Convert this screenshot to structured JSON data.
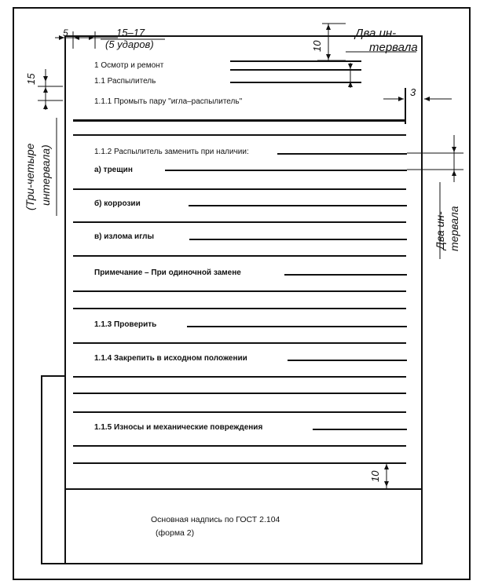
{
  "doc": {
    "sections": [
      {
        "id": "s1",
        "text": "1  Осмотр и ремонт"
      },
      {
        "id": "s11",
        "text": "1.1 Распылитель"
      },
      {
        "id": "s111",
        "text": "1.1.1 Промыть пару \"игла–распылитель\""
      },
      {
        "id": "s112",
        "text": "1.1.2 Распылитель заменить при наличии:"
      },
      {
        "id": "a",
        "text": "а)  трещин"
      },
      {
        "id": "b",
        "text": "б) коррозии"
      },
      {
        "id": "c",
        "text": "в)  излома иглы"
      },
      {
        "id": "note",
        "text": "Примечание – При одиночной замене"
      },
      {
        "id": "s113",
        "text": "1.1.3 Проверить"
      },
      {
        "id": "s114",
        "text": "1.1.4 Закрепить в исходном положении"
      },
      {
        "id": "s115",
        "text": "1.1.5 Износы и механические повреждения"
      }
    ],
    "title_block": {
      "line1": "Основная надпись по ГОСТ 2.104",
      "line2": "(форма 2)"
    }
  },
  "dimensions": {
    "left_margin": "5",
    "indent": "15–17",
    "indent_note": "(5 ударов)",
    "top_gap": "10",
    "two_intervals_top_1": "Два ин-",
    "two_intervals_top_2": "тервала",
    "left_side_15": "15",
    "three_or_four_1": "(Три-четыре",
    "three_or_four_2": "интервала)",
    "right_3": "3",
    "two_intervals_side_1": "Два ин-",
    "two_intervals_side_2": "тервала",
    "bottom_gap": "10"
  }
}
